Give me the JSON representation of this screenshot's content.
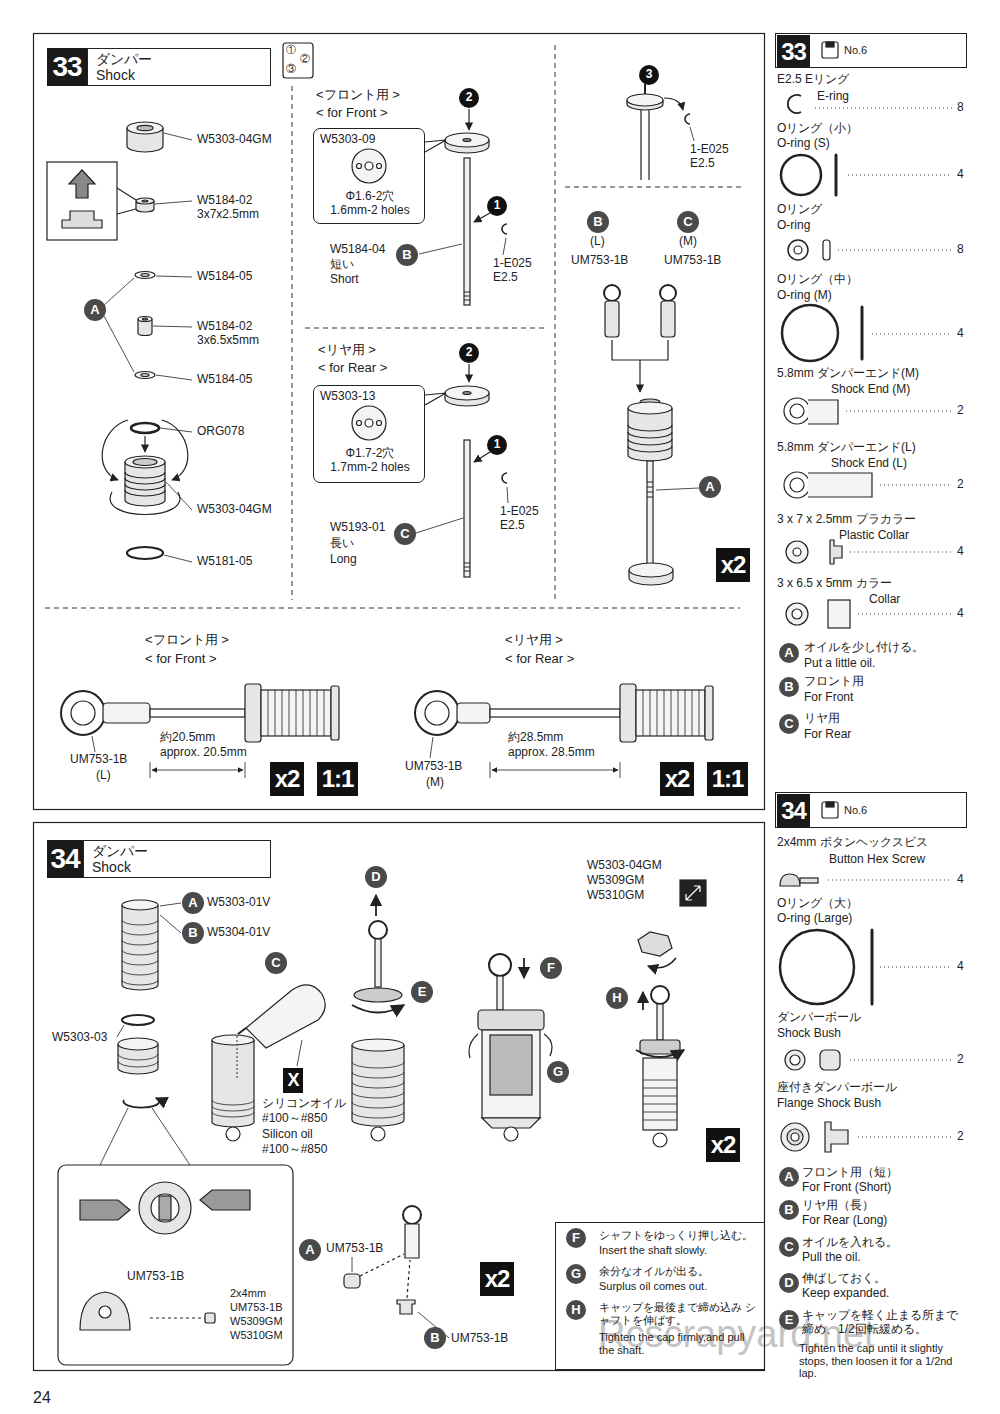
{
  "diagram": {
    "nodes": [
      {
        "text": [
          "33"
        ]
      },
      {
        "text": [
          "ダンパー",
          "Shock"
        ]
      },
      {
        "text": [
          "A"
        ]
      },
      {
        "text": [
          "2"
        ]
      },
      {
        "text": [
          "W5303-09",
          "Φ1.6-2穴 1.6mm-2 holes"
        ]
      },
      {
        "text": [
          "B"
        ]
      },
      {
        "text": [
          "1"
        ]
      },
      {
        "text": [
          "2"
        ]
      },
      {
        "text": [
          "W5303-13",
          "Φ1.7-2穴 1.7mm-2 holes"
        ]
      },
      {
        "text": [
          "1"
        ]
      },
      {
        "text": [
          "C"
        ]
      },
      {
        "text": [
          "3"
        ]
      },
      {
        "text": [
          "B"
        ]
      },
      {
        "text": [
          "C"
        ]
      },
      {
        "text": [
          "A"
        ]
      },
      {
        "text": [
          "x2"
        ]
      },
      {
        "text": [
          "x2"
        ]
      },
      {
        "text": [
          "1:1"
        ]
      },
      {
        "text": [
          "x2"
        ]
      },
      {
        "text": [
          "1:1"
        ]
      },
      {
        "text": [
          "No.6"
        ]
      },
      {
        "text": [
          "33"
        ],
        "in": 20
      },
      {
        "text": [
          "A"
        ]
      },
      {
        "text": [
          "B"
        ]
      },
      {
        "text": [
          "C"
        ]
      },
      {
        "text": [
          "34"
        ]
      },
      {
        "text": [
          "ダンパー",
          "Shock"
        ]
      },
      {
        "text": [
          "A"
        ]
      },
      {
        "text": [
          "B"
        ]
      },
      {
        "text": [
          "C"
        ]
      },
      {
        "text": [
          "D"
        ]
      },
      {
        "text": [
          "E"
        ]
      },
      {
        "text": [
          "F"
        ]
      },
      {
        "text": [
          "G"
        ]
      },
      {
        "text": [
          "H"
        ]
      },
      {
        "text": [
          "X"
        ]
      },
      {
        "text": [
          "x2"
        ]
      },
      {
        "text": [
          "A"
        ]
      },
      {
        "text": [
          "x2"
        ]
      },
      {
        "text": [
          "B"
        ]
      },
      {
        "text": [
          "シャフトをゆっくり押し込む。",
          "Insert the shaft slowly.",
          "余分なオイルが出る。",
          "Surplus oil comes out.",
          "キャップを最後まで締め込み シャフトを伸ばす。",
          "Tighten the cap firmly,and pull the shaft."
        ]
      },
      {
        "text": [
          "F"
        ],
        "in": 40
      },
      {
        "text": [
          "G"
        ],
        "in": 40
      },
      {
        "text": [
          "H"
        ],
        "in": 40
      },
      {
        "text": [
          "No.6"
        ]
      },
      {
        "text": [
          "34"
        ],
        "in": 44
      },
      {
        "text": [
          "A"
        ]
      },
      {
        "text": [
          "B"
        ]
      },
      {
        "text": [
          "C"
        ]
      },
      {
        "text": [
          "D"
        ]
      },
      {
        "text": [
          "E"
        ]
      }
    ],
    "labels": [
      "①",
      "②",
      "③",
      "W5303-04GM",
      "W5184-02",
      "3x7x2.5mm",
      "W5184-05",
      "W5184-02",
      "3x6.5x5mm",
      "W5184-05",
      "ORG078",
      "W5303-04GM",
      "W5181-05",
      "<フロント用 >",
      "< for Front >",
      "W5184-04",
      "短い",
      "Short",
      "1-E025",
      "E2.5",
      "<リヤ用 >",
      "< for Rear >",
      "W5193-01",
      "長い",
      "Long",
      "1-E025",
      "E2.5",
      "1-E025",
      "E2.5",
      "(L)",
      "UM753-1B",
      "(M)",
      "UM753-1B",
      "<フロント用 >",
      "< for Front >",
      "約20.5mm",
      "approx. 20.5mm",
      "UM753-1B",
      "(L)",
      "<リヤ用 >",
      "< for Rear >",
      "約28.5mm",
      "approx. 28.5mm",
      "UM753-1B",
      "(M)",
      "E2.5 Eリング",
      "E-ring",
      "8",
      "Oリング（小）",
      "O-ring (S)",
      "4",
      "Oリング",
      "O-ring",
      "8",
      "Oリング（中）",
      "O-ring (M)",
      "4",
      "5.8mm ダンパーエンド(M)",
      "Shock End (M)",
      "2",
      "5.8mm ダンパーエンド(L)",
      "Shock End (L)",
      "2",
      "3 x 7 x 2.5mm プラカラー",
      "Plastic Collar",
      "4",
      "3 x 6.5 x 5mm カラー",
      "Collar",
      "4",
      "オイルを少し付ける。",
      "Put a little oil.",
      "フロント用",
      "For Front",
      "リヤ用",
      "For Rear",
      "W5303-01V",
      "W5304-01V",
      "W5303-03",
      "シリコンオイル",
      "#100～#850",
      "Silicon oil",
      "#100～#850",
      "W5303-04GM",
      "W5309GM",
      "W5310GM",
      "UM753-1B",
      "2x4mm",
      "UM753-1B",
      "W5309GM",
      "W5310GM",
      "UM753-1B",
      "UM753-1B",
      "2x4mm ボタンヘックスビス",
      "Button Hex Screw",
      "4",
      "Oリング（大）",
      "O-ring (Large)",
      "4",
      "ダンパーボール",
      "Shock Bush",
      "2",
      "座付きダンパーボール",
      "Flange Shock Bush",
      "2",
      "フロント用（短）",
      "For Front (Short)",
      "リヤ用（長）",
      "For Rear (Long)",
      "オイルを入れる。",
      "Pull the oil.",
      "伸ばしておく。",
      "Keep expanded.",
      "キャップを軽く止まる所まで締め、1/2回転緩める。",
      "Tighten the cap until it slightly stops, then loosen it for a 1/2nd lap.",
      "24",
      "Rcscrapyard.net"
    ]
  }
}
